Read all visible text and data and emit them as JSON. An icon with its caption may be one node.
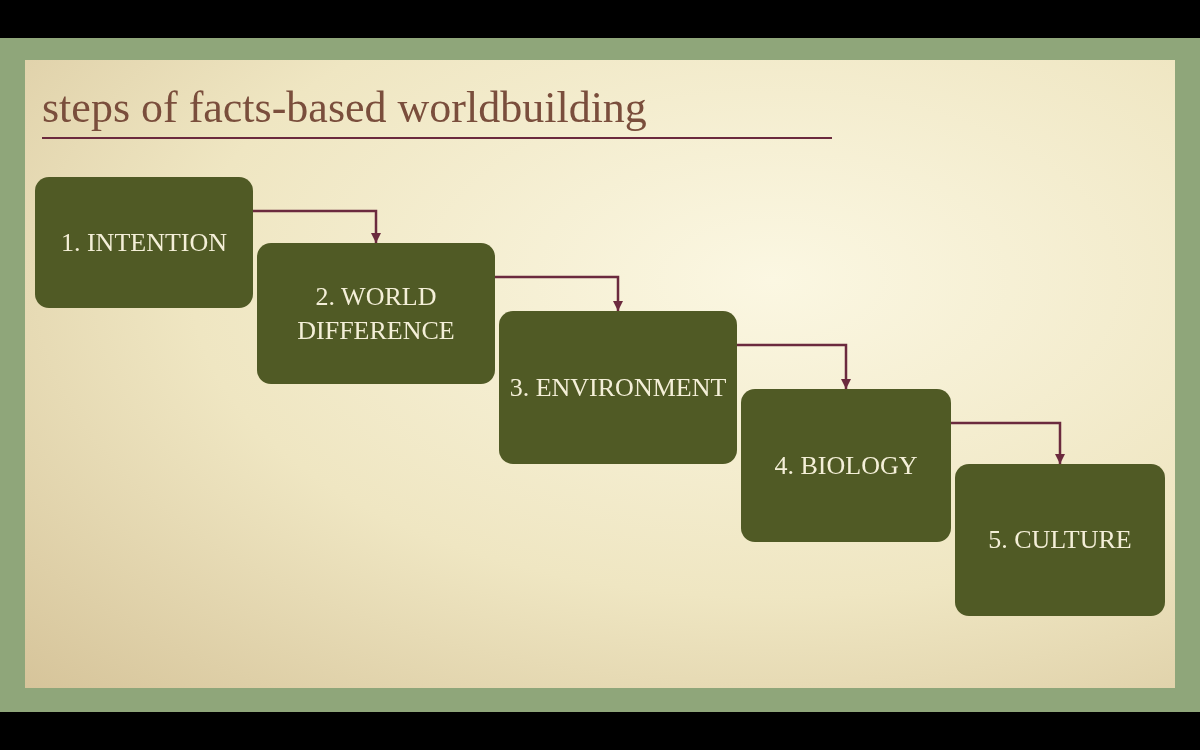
{
  "diagram": {
    "title": "steps of facts-based worldbuilding",
    "nodes": [
      {
        "text": [
          "1. INTENTION"
        ]
      },
      {
        "text": [
          "2. WORLD DIFFERENCE"
        ]
      },
      {
        "text": [
          "3. ENVIRONMENT"
        ]
      },
      {
        "text": [
          "4. BIOLOGY"
        ]
      },
      {
        "text": [
          "5. CULTURE"
        ]
      }
    ],
    "edges": [
      {
        "from": 0,
        "to": 1,
        "arrow": "to"
      },
      {
        "from": 1,
        "to": 2,
        "arrow": "to"
      },
      {
        "from": 2,
        "to": 3,
        "arrow": "to"
      },
      {
        "from": 3,
        "to": 4,
        "arrow": "to"
      }
    ]
  }
}
